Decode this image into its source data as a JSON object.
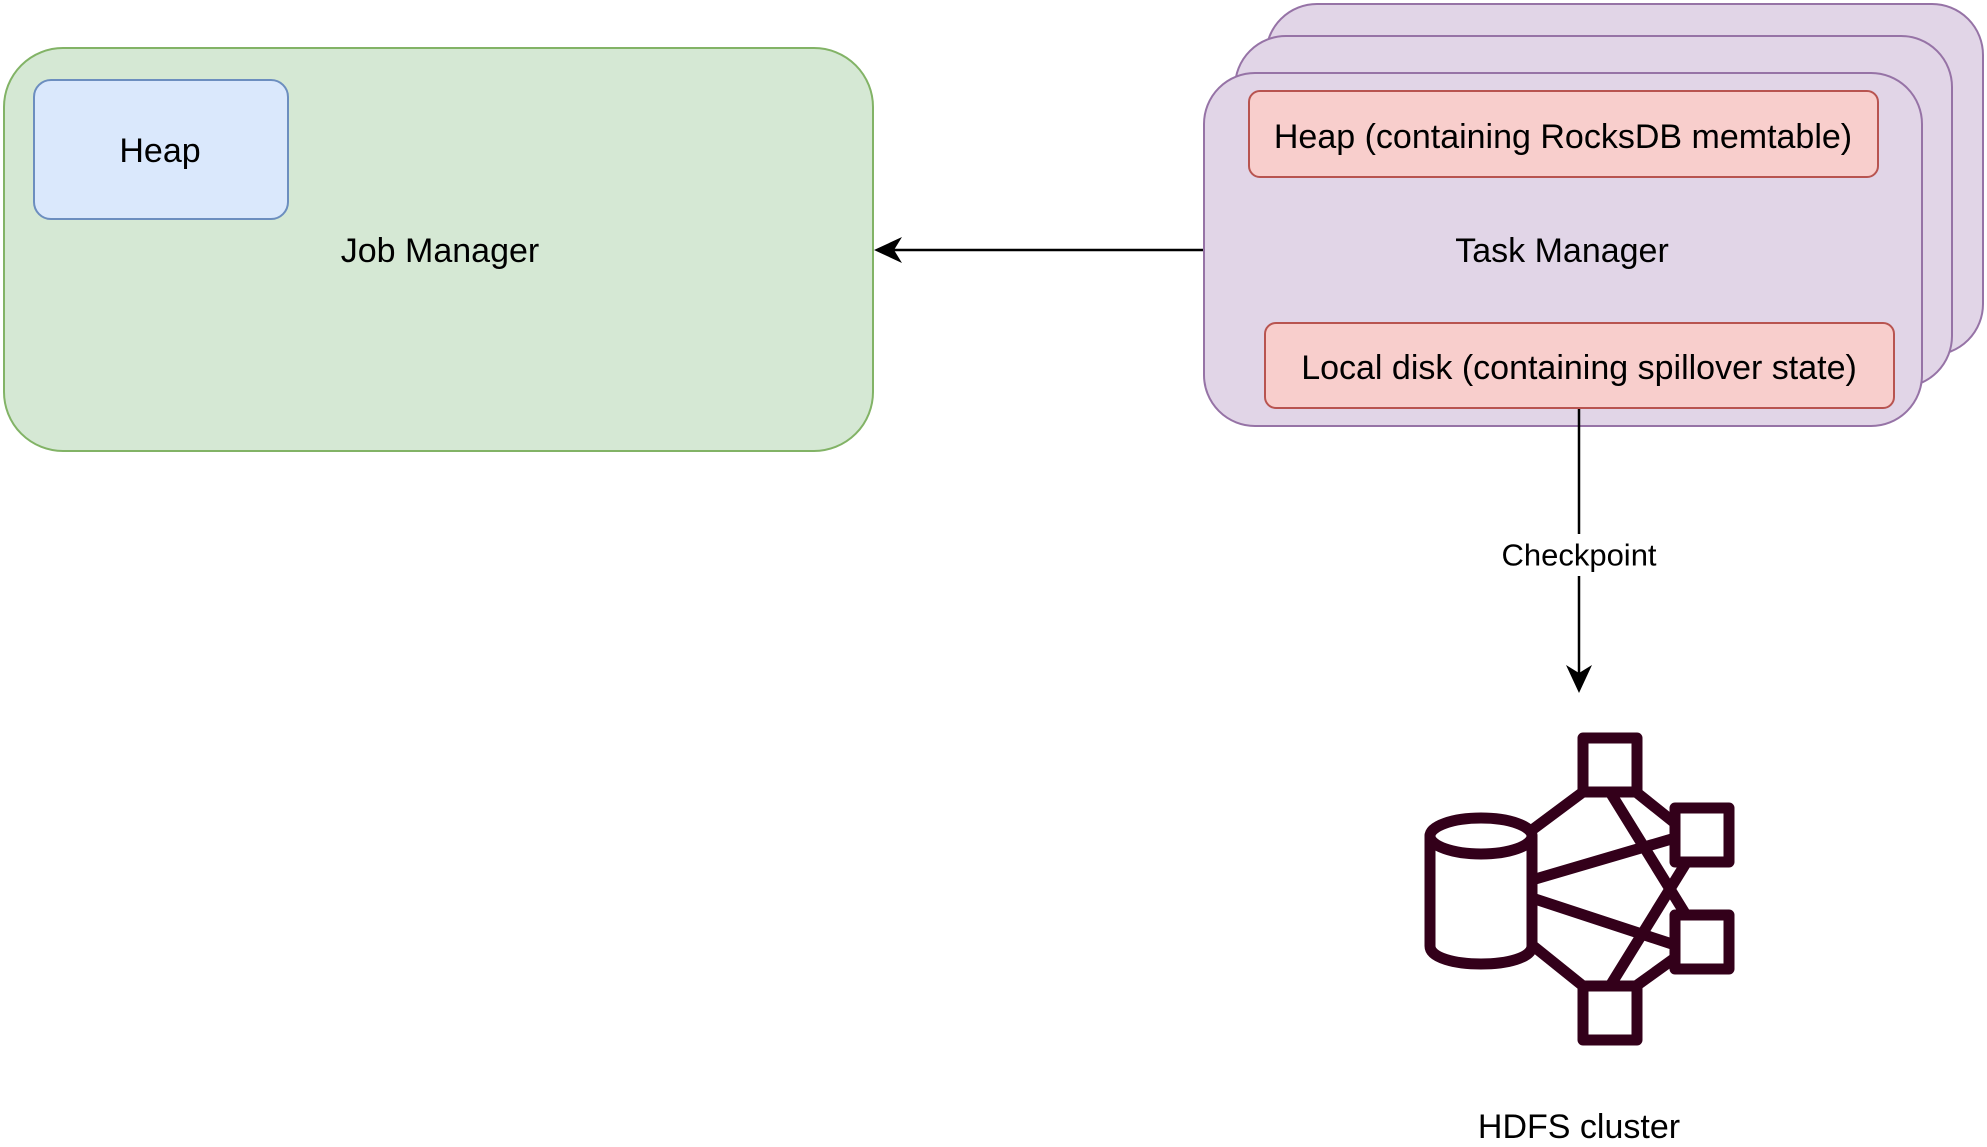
{
  "job_manager": {
    "title": "Job Manager",
    "heap_label": "Heap"
  },
  "task_manager": {
    "title": "Task Manager",
    "heap_label": "Heap (containing RocksDB memtable)",
    "disk_label": "Local disk (containing spillover state)"
  },
  "checkpoint_label": "Checkpoint",
  "hdfs": {
    "label": "HDFS cluster",
    "icon": "hdfs-cluster-icon"
  },
  "colors": {
    "job_manager_fill": "#d5e8d4",
    "job_manager_stroke": "#82b366",
    "heap_fill": "#dae8fc",
    "heap_stroke": "#6c8ebf",
    "task_manager_fill": "#e1d5e7",
    "task_manager_stroke": "#9673a6",
    "tm_inner_fill": "#f8cecc",
    "tm_inner_stroke": "#b85450",
    "hdfs_icon": "#33001a"
  }
}
